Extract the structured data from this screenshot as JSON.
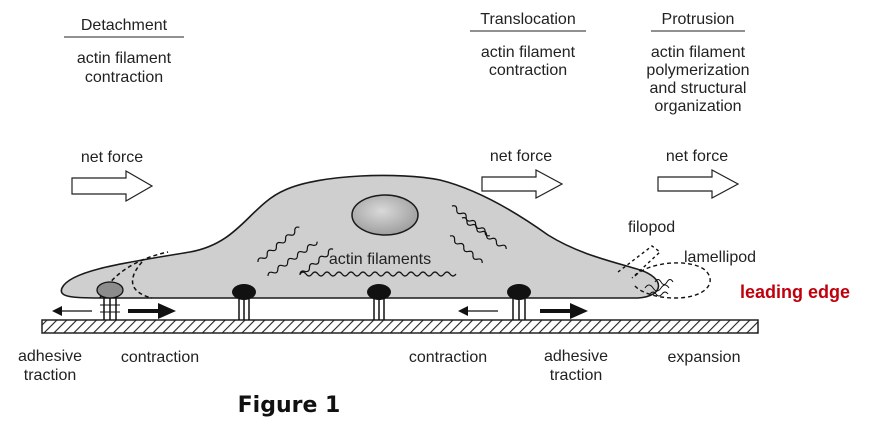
{
  "headers": {
    "detachment": {
      "title": "Detachment",
      "line1": "actin filament",
      "line2": "contraction"
    },
    "translocation": {
      "title": "Translocation",
      "line1": "actin filament",
      "line2": "contraction"
    },
    "protrusion": {
      "title": "Protrusion",
      "line1": "actin filament",
      "line2": "polymerization",
      "line3": "and structural",
      "line4": "organization"
    }
  },
  "net_force": {
    "left": "net force",
    "middle": "net force",
    "right": "net force"
  },
  "cell_labels": {
    "actin_filaments": "actin filaments",
    "filopod": "filopod",
    "lamellipod": "lamellipod",
    "leading_edge": "leading edge"
  },
  "bottom_labels": {
    "adhesive_left_1": "adhesive",
    "adhesive_left_2": "traction",
    "contraction_left": "contraction",
    "contraction_right": "contraction",
    "adhesive_right_1": "adhesive",
    "adhesive_right_2": "traction",
    "expansion": "expansion"
  },
  "caption": "Figure 1",
  "colors": {
    "cell_fill": "#cfcfcf",
    "leading_edge": "#c0000c",
    "ink": "#1a1a1a"
  }
}
